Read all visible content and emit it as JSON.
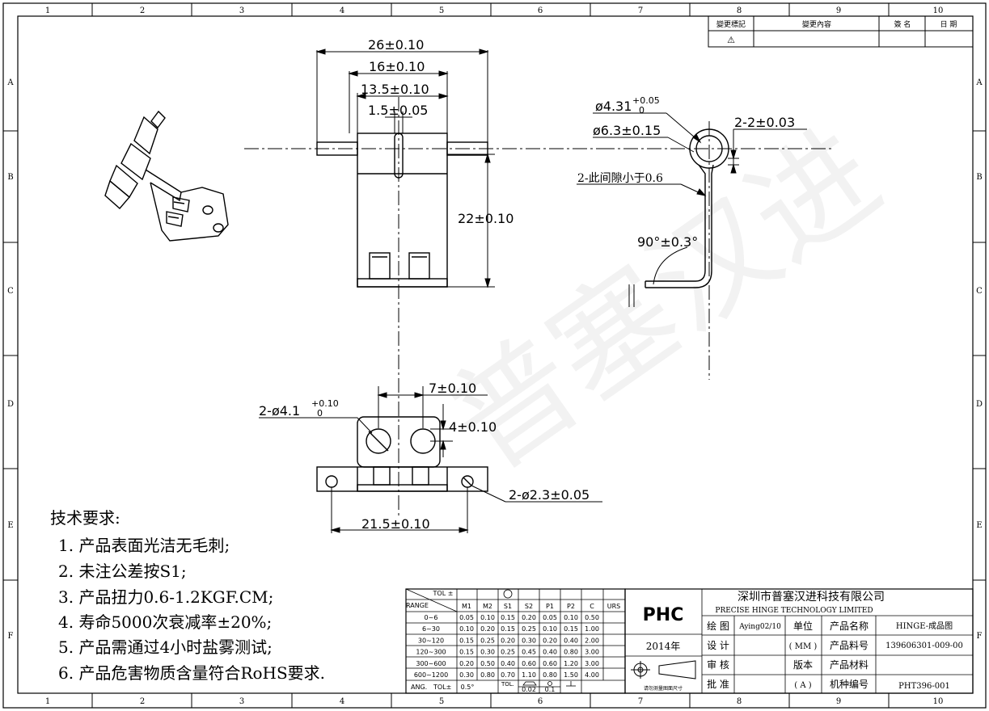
{
  "grid": {
    "columns": [
      "1",
      "2",
      "3",
      "4",
      "5",
      "6",
      "7",
      "8",
      "9",
      "10"
    ],
    "rows": [
      "A",
      "B",
      "C",
      "D",
      "E",
      "F"
    ]
  },
  "revision_block": {
    "headers": [
      "變更標記",
      "變更內容",
      "簽 名",
      "日 期"
    ],
    "mark_symbol": "⚠"
  },
  "dimensions": {
    "d26": "26±0.10",
    "d16": "16±0.10",
    "d13_5": "13.5±0.10",
    "d1_5": "1.5±0.05",
    "d22": "22±0.10",
    "dia4_31": "ø4.31",
    "dia4_31_tol_upper": "+0.05",
    "dia4_31_tol_lower": "0",
    "dia6_3": "ø6.3±0.15",
    "two_2": "2-2±0.03",
    "gap_note": "2-此间隙小于0.6",
    "angle90": "90°±0.3°",
    "d7": "7±0.10",
    "d4": "4±0.10",
    "dia4_1_prefix": "2-ø4.1",
    "dia4_1_tol_upper": "+0.10",
    "dia4_1_tol_lower": "0",
    "dia2_3": "2-ø2.3±0.05",
    "d21_5": "21.5±0.10"
  },
  "watermark": "普塞汉进",
  "tech_requirements": {
    "title": "技术要求:",
    "items": [
      "1. 产品表面光洁无毛刺;",
      "2. 未注公差按S1;",
      "3. 产品扭力0.6-1.2KGF.CM;",
      "4. 寿命5000次衰减率±20%;",
      "5. 产品需通过4小时盐雾测试;",
      "6. 产品危害物质含量符合RoHS要求."
    ]
  },
  "tolerance_table": {
    "corner_tol": "TOL ±",
    "corner_range": "RANGE",
    "headers": [
      "M1",
      "M2",
      "S1",
      "S2",
      "P1",
      "P2",
      "C",
      "URS"
    ],
    "rows": [
      {
        "range": "0~6",
        "values": [
          "0.05",
          "0.10",
          "0.15",
          "0.20",
          "0.05",
          "0.10",
          "0.50",
          ""
        ]
      },
      {
        "range": "6~30",
        "values": [
          "0.10",
          "0.20",
          "0.15",
          "0.25",
          "0.10",
          "0.15",
          "1.00",
          ""
        ]
      },
      {
        "range": "30~120",
        "values": [
          "0.15",
          "0.25",
          "0.20",
          "0.30",
          "0.20",
          "0.40",
          "2.00",
          ""
        ]
      },
      {
        "range": "120~300",
        "values": [
          "0.15",
          "0.30",
          "0.25",
          "0.45",
          "0.40",
          "0.80",
          "3.00",
          ""
        ]
      },
      {
        "range": "300~600",
        "values": [
          "0.20",
          "0.50",
          "0.40",
          "0.60",
          "0.60",
          "1.20",
          "3.00",
          ""
        ]
      },
      {
        "range": "600~1200",
        "values": [
          "0.30",
          "0.80",
          "0.70",
          "1.10",
          "0.80",
          "1.50",
          "4.00",
          ""
        ]
      }
    ],
    "ang_label": "ANG.",
    "ang_tol": "TOL±",
    "ang_value": "0.5°",
    "geo_tol_label": "TOL.",
    "flatness": "0.02",
    "position": "0.1"
  },
  "title_block": {
    "logo": "PHC",
    "year": "2014年",
    "projection_note": "请勿测量图面尺寸",
    "company_cn": "深圳市普塞汉进科技有限公司",
    "company_en": "PRECISE HINGE TECHNOLOGY LIMITED",
    "drawn_label": "绘 图",
    "drawn_value": "Aying02/10",
    "unit_label": "单位",
    "product_name_label": "产品名称",
    "product_name_value": "HINGE-成品图",
    "design_label": "设 计",
    "unit_value": "( MM )",
    "part_no_label": "产品料号",
    "part_no_value": "139606301-009-00",
    "review_label": "审 核",
    "version_label": "版本",
    "material_label": "产品材料",
    "material_value": "",
    "approve_label": "批 准",
    "version_value": "( A )",
    "model_label": "机种编号",
    "model_value": "PHT396-001"
  }
}
